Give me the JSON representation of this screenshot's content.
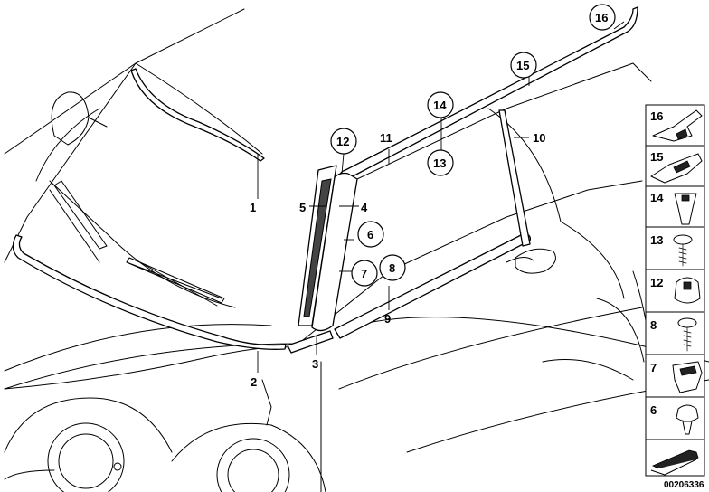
{
  "labels": {
    "1": "1",
    "2": "2",
    "3": "3",
    "4": "4",
    "5": "5",
    "6": "6",
    "7": "7",
    "8": "8",
    "9": "9",
    "10": "10",
    "11": "11",
    "12": "12",
    "13": "13",
    "14": "14",
    "15": "15",
    "16": "16"
  },
  "legend": {
    "items": [
      "16",
      "15",
      "14",
      "13",
      "12",
      "8",
      "7",
      "6"
    ]
  },
  "diagram_code": "00206336",
  "icons": {
    "arrow": "arrow-icon"
  }
}
